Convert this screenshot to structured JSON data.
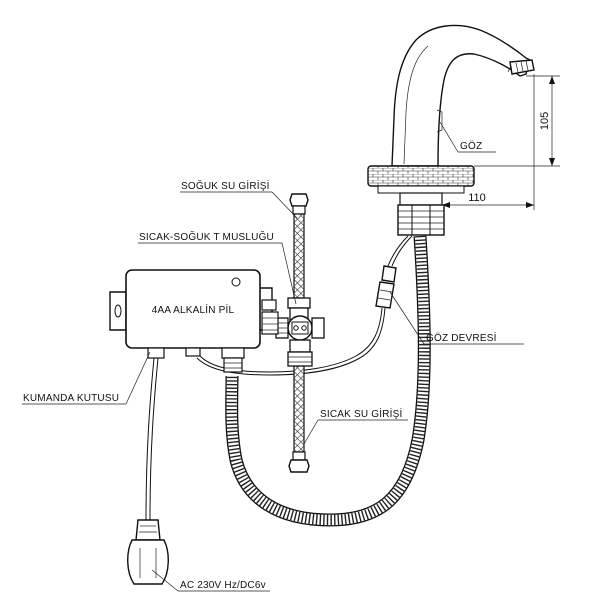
{
  "labels": {
    "cold_inlet": "SOĞUK SU GİRİŞİ",
    "mixing_tap": "SICAK-SOĞUK T MUSLUĞU",
    "battery": "4AA ALKALİN PİL",
    "control_box": "KUMANDA KUTUSU",
    "power": "AC 230V Hz/DC6v",
    "eye": "GÖZ",
    "eye_circuit": "GÖZ DEVRESİ",
    "hot_inlet": "SICAK SU GİRİŞİ"
  },
  "dimensions": {
    "height": "105",
    "reach": "110"
  },
  "colors": {
    "line": "#111111",
    "background": "#ffffff"
  }
}
